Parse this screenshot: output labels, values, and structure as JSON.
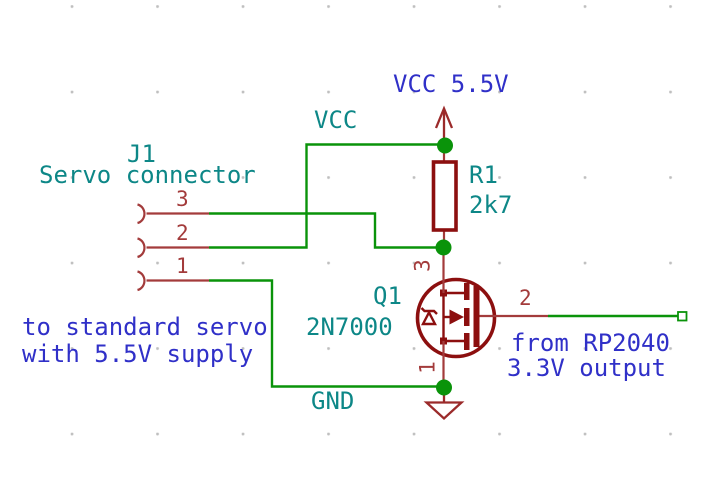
{
  "schematic": {
    "tool_style": "kicad-eeschema",
    "colors": {
      "wire": "#0A930A",
      "pin": "#A33B3B",
      "body": "#8C0F0F",
      "pwr": "#9B2A2A",
      "field": "#0D8787",
      "note": "#3030C8",
      "grid": "#BFBFBF",
      "bg": "#FFFFFF"
    },
    "components": {
      "j1": {
        "ref": "J1",
        "value": "Servo connector",
        "pins": [
          "3",
          "2",
          "1"
        ]
      },
      "r1": {
        "ref": "R1",
        "value": "2k7"
      },
      "q1": {
        "ref": "Q1",
        "value": "2N7000",
        "pin_drain": "3",
        "pin_gate": "2",
        "pin_source": "1"
      }
    },
    "power": {
      "vcc_flag": "VCC 5.5V",
      "vcc_net_label": "VCC",
      "gnd_net_label": "GND"
    },
    "notes": {
      "servo_line1": "to standard servo",
      "servo_line2": "with 5.5V supply",
      "rp_line1": "from RP2040",
      "rp_line2": "3.3V output"
    }
  }
}
